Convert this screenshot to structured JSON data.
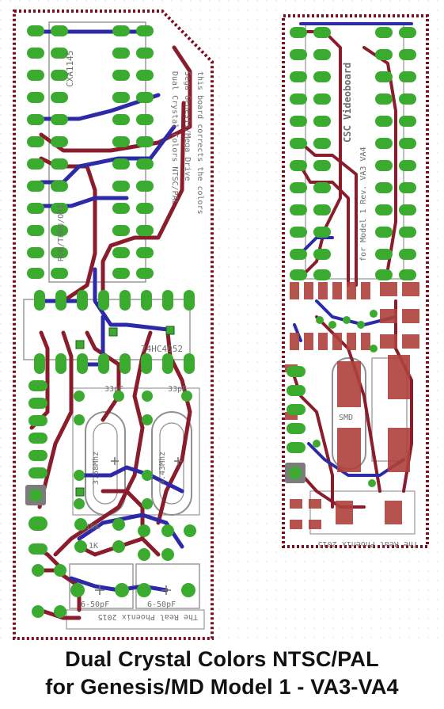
{
  "caption": {
    "line1": "Dual Crystal Colors NTSC/PAL",
    "line2": "for Genesis/MD Model 1 - VA3-VA4"
  },
  "left_board": {
    "ic_top": "CXA1145",
    "ic_mid": "74HC4052",
    "rgb_label": "RGB/THRU/ORI",
    "silk_text_1": "Dual Crystal Colors NTSC/PAL",
    "silk_text_2": "Sega Genesis/Mega Drive",
    "silk_text_3": "this board corrects the colors",
    "crystal_1": "3.58Mhz",
    "crystal_2": "4.43Mhz",
    "cap_1": "33pF",
    "cap_2": "33pF",
    "res_1": "10K",
    "res_2": "1K",
    "trim_1": "6-50pF",
    "trim_2": "6-50pF",
    "credit": "The Real Phoenix 2015"
  },
  "right_board": {
    "title": "CSC Videoboard",
    "subtitle": "for Model 1 Rev. VA3 VA4",
    "credit": "The Real Phoenix 2015",
    "smd_label": "SMD"
  },
  "colors": {
    "pad": "#3aab2e",
    "trace_top": "#8b1c2c",
    "trace_bottom": "#2c2aa8",
    "outline": "#7a0d22",
    "silk": "#808080"
  }
}
